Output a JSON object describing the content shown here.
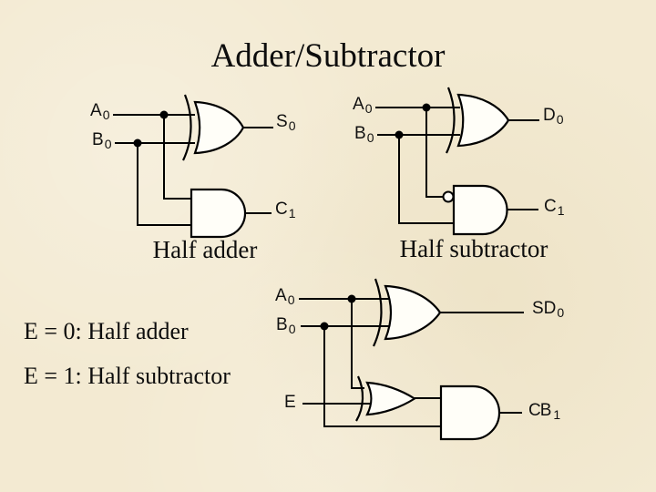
{
  "slide": {
    "title": "Adder/Subtractor",
    "bg_color": "#f3ead2",
    "line_color": "#000000",
    "gate_fill": "#fffef8"
  },
  "half_adder": {
    "caption": "Half adder",
    "input_a": {
      "base": "A",
      "sub": "0"
    },
    "input_b": {
      "base": "B",
      "sub": "0"
    },
    "output_sum": {
      "base": "S",
      "sub": "0"
    },
    "output_carry": {
      "base": "C",
      "sub": "1"
    }
  },
  "half_subtractor": {
    "caption": "Half subtractor",
    "input_a": {
      "base": "A",
      "sub": "0"
    },
    "input_b": {
      "base": "B",
      "sub": "0"
    },
    "output_difference": {
      "base": "D",
      "sub": "0"
    },
    "output_borrow": {
      "base": "C",
      "sub": "1"
    }
  },
  "combined": {
    "input_a": {
      "base": "A",
      "sub": "0"
    },
    "input_b": {
      "base": "B",
      "sub": "0"
    },
    "input_e": {
      "base": "E",
      "sub": ""
    },
    "output_sum_diff": {
      "base": "SD",
      "sub": "0"
    },
    "output_carry_borrow": {
      "base": "CB",
      "sub": "1"
    }
  },
  "notes": {
    "line1": "E = 0: Half adder",
    "line2": "E = 1: Half subtractor"
  }
}
